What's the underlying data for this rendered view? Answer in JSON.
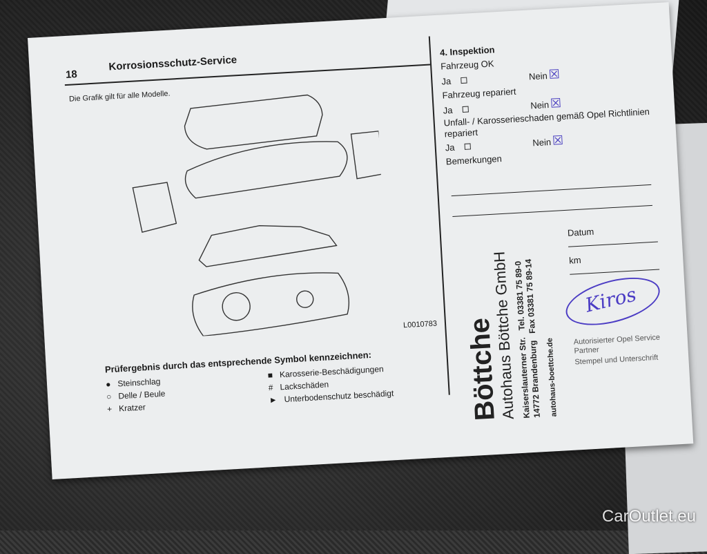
{
  "page": {
    "number": "18",
    "title": "Korrosionsschutz-Service",
    "subtitle": "Die Grafik gilt für alle Modelle.",
    "figure_code": "L0010783"
  },
  "legend": {
    "heading": "Prüfergebnis durch das entsprechende Symbol kennzeichnen:",
    "items": [
      {
        "symbol": "●",
        "label": "Steinschlag"
      },
      {
        "symbol": "○",
        "label": "Delle / Beule"
      },
      {
        "symbol": "+",
        "label": "Kratzer"
      },
      {
        "symbol": "■",
        "label": "Karosserie-Beschädigungen"
      },
      {
        "symbol": "#",
        "label": "Lackschäden"
      },
      {
        "symbol": "►",
        "label": "Unterbodenschutz beschädigt"
      }
    ]
  },
  "inspection": {
    "heading": "4. Inspektion",
    "questions": [
      {
        "label": "Fahrzeug OK",
        "yes": "Ja",
        "no": "Nein",
        "checked": "no"
      },
      {
        "label": "Fahrzeug repariert",
        "yes": "Ja",
        "no": "Nein",
        "checked": "no"
      },
      {
        "label": "Unfall- / Karosserieschaden gemäß Opel Richtlinien repariert",
        "yes": "Ja",
        "no": "Nein",
        "checked": "no"
      }
    ],
    "remarks": "Bemerkungen",
    "date_label": "Datum",
    "km_label": "km",
    "partner": "Autorisierter Opel Service Partner",
    "stamp_sig": "Stempel und Unterschrift"
  },
  "stamp": {
    "logo": "Böttche",
    "company": "Autohaus Böttche GmbH",
    "address": "Kaiserslauterner Str.",
    "city": "14772 Brandenburg",
    "tel": "Tel. 03381 75 89-0",
    "fax": "Fax 03381 75 89-14",
    "web": "autohaus-boettche.de"
  },
  "signature": "Kiros",
  "watermark": "CarOutlet.eu",
  "colors": {
    "ink": "#4b3cc4",
    "paper": "#eceeef"
  }
}
